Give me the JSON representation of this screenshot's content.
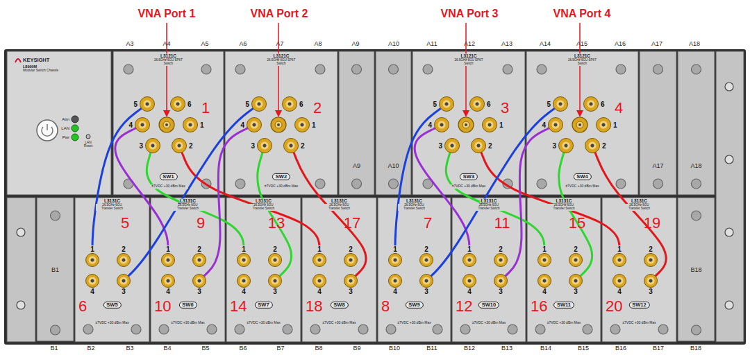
{
  "diagram": {
    "nodes": [
      {
        "text": [
          "L3121C",
          "26.5GHz 6GU SP6T Switch",
          "SW1",
          "±7VDC +30 dBm Max"
        ]
      },
      {
        "text": [
          "5"
        ],
        "in": 0
      },
      {
        "text": [
          "6"
        ],
        "in": 0
      },
      {
        "text": [
          "4"
        ],
        "in": 0
      },
      {
        "text": [
          "1"
        ],
        "in": 0
      },
      {
        "text": [
          "3"
        ],
        "in": 0
      },
      {
        "text": [
          "2"
        ],
        "in": 0
      },
      {
        "text": [
          "L3121C",
          "26.5GHz 6GU SP6T Switch",
          "SW2",
          "±7VDC +30 dBm Max"
        ]
      },
      {
        "text": [
          "5"
        ],
        "in": 7
      },
      {
        "text": [
          "6"
        ],
        "in": 7
      },
      {
        "text": [
          "4"
        ],
        "in": 7
      },
      {
        "text": [
          "1"
        ],
        "in": 7
      },
      {
        "text": [
          "3"
        ],
        "in": 7
      },
      {
        "text": [
          "2"
        ],
        "in": 7
      },
      {
        "text": [
          "A9"
        ]
      },
      {
        "text": [
          "A10"
        ]
      },
      {
        "text": [
          "L3121C",
          "26.5GHz 6GU SP6T Switch",
          "SW3",
          "±7VDC +30 dBm Max"
        ]
      },
      {
        "text": [
          "5"
        ],
        "in": 16
      },
      {
        "text": [
          "6"
        ],
        "in": 16
      },
      {
        "text": [
          "4"
        ],
        "in": 16
      },
      {
        "text": [
          "1"
        ],
        "in": 16
      },
      {
        "text": [
          "3"
        ],
        "in": 16
      },
      {
        "text": [
          "2"
        ],
        "in": 16
      },
      {
        "text": [
          "L3121C",
          "26.5GHz 6GU SP6T Switch",
          "SW4",
          "±7VDC +30 dBm Max"
        ]
      },
      {
        "text": [
          "5"
        ],
        "in": 23
      },
      {
        "text": [
          "6"
        ],
        "in": 23
      },
      {
        "text": [
          "4"
        ],
        "in": 23
      },
      {
        "text": [
          "1"
        ],
        "in": 23
      },
      {
        "text": [
          "3"
        ],
        "in": 23
      },
      {
        "text": [
          "2"
        ],
        "in": 23
      },
      {
        "text": [
          "A17"
        ]
      },
      {
        "text": [
          "A18"
        ]
      },
      {
        "text": [
          "B1"
        ]
      },
      {
        "text": [
          "L3131C",
          "26.5GHz 6GU Transfer Switch",
          "SW5",
          "±7VDC +30 dBm Max"
        ]
      },
      {
        "text": [
          "1"
        ],
        "in": 33
      },
      {
        "text": [
          "2"
        ],
        "in": 33
      },
      {
        "text": [
          "4"
        ],
        "in": 33
      },
      {
        "text": [
          "3"
        ],
        "in": 33
      },
      {
        "text": [
          "L3131C",
          "26.5GHz 6GU Transfer Switch",
          "SW6",
          "±7VDC +30 dBm Max"
        ]
      },
      {
        "text": [
          "1"
        ],
        "in": 38
      },
      {
        "text": [
          "2"
        ],
        "in": 38
      },
      {
        "text": [
          "4"
        ],
        "in": 38
      },
      {
        "text": [
          "3"
        ],
        "in": 38
      },
      {
        "text": [
          "L3131C",
          "26.5GHz 6GU Transfer Switch",
          "SW7",
          "±7VDC +30 dBm Max"
        ]
      },
      {
        "text": [
          "1"
        ],
        "in": 43
      },
      {
        "text": [
          "2"
        ],
        "in": 43
      },
      {
        "text": [
          "4"
        ],
        "in": 43
      },
      {
        "text": [
          "3"
        ],
        "in": 43
      },
      {
        "text": [
          "L3131C",
          "26.5GHz 6GU Transfer Switch",
          "SW8",
          "±7VDC +30 dBm Max"
        ]
      },
      {
        "text": [
          "1"
        ],
        "in": 48
      },
      {
        "text": [
          "2"
        ],
        "in": 48
      },
      {
        "text": [
          "4"
        ],
        "in": 48
      },
      {
        "text": [
          "3"
        ],
        "in": 48
      },
      {
        "text": [
          "L3131C",
          "26.5GHz 6GU Transfer Switch",
          "SW9",
          "±7VDC +30 dBm Max"
        ]
      },
      {
        "text": [
          "1"
        ],
        "in": 53
      },
      {
        "text": [
          "2"
        ],
        "in": 53
      },
      {
        "text": [
          "4"
        ],
        "in": 53
      },
      {
        "text": [
          "3"
        ],
        "in": 53
      },
      {
        "text": [
          "L3131C",
          "26.5GHz 6GU Transfer Switch",
          "SW10",
          "±7VDC +30 dBm Max"
        ]
      },
      {
        "text": [
          "1"
        ],
        "in": 58
      },
      {
        "text": [
          "2"
        ],
        "in": 58
      },
      {
        "text": [
          "4"
        ],
        "in": 58
      },
      {
        "text": [
          "3"
        ],
        "in": 58
      },
      {
        "text": [
          "L3131C",
          "26.5GHz 6GU Transfer Switch",
          "SW11",
          "±7VDC +30 dBm Max"
        ]
      },
      {
        "text": [
          "1"
        ],
        "in": 63
      },
      {
        "text": [
          "2"
        ],
        "in": 63
      },
      {
        "text": [
          "4"
        ],
        "in": 63
      },
      {
        "text": [
          "3"
        ],
        "in": 63
      },
      {
        "text": [
          "L3131C",
          "26.5GHz 6GU Transfer Switch",
          "SW12",
          "±7VDC +30 dBm Max"
        ]
      },
      {
        "text": [
          "1"
        ],
        "in": 68
      },
      {
        "text": [
          "2"
        ],
        "in": 68
      },
      {
        "text": [
          "4"
        ],
        "in": 68
      },
      {
        "text": [
          "3"
        ],
        "in": 68
      },
      {
        "text": [
          "B18"
        ]
      }
    ],
    "edges": [
      {
        "from": 1,
        "to": 34,
        "arrow": "none"
      },
      {
        "from": 3,
        "to": 39,
        "arrow": "none"
      },
      {
        "from": 5,
        "to": 44,
        "arrow": "none"
      },
      {
        "from": 6,
        "to": 49,
        "arrow": "none"
      },
      {
        "from": 8,
        "to": 37,
        "arrow": "none"
      },
      {
        "from": 10,
        "to": 42,
        "arrow": "none"
      },
      {
        "from": 12,
        "to": 47,
        "arrow": "none"
      },
      {
        "from": 13,
        "to": 52,
        "arrow": "none"
      },
      {
        "from": 17,
        "to": 54,
        "arrow": "none"
      },
      {
        "from": 19,
        "to": 59,
        "arrow": "none"
      },
      {
        "from": 21,
        "to": 64,
        "arrow": "none"
      },
      {
        "from": 22,
        "to": 69,
        "arrow": "none"
      },
      {
        "from": 24,
        "to": 57,
        "arrow": "none"
      },
      {
        "from": 26,
        "to": 62,
        "arrow": "none"
      },
      {
        "from": 28,
        "to": 67,
        "arrow": "none"
      },
      {
        "from": 29,
        "to": 72,
        "arrow": "none"
      }
    ],
    "labels": [
      "VNA Port 1",
      "VNA Port 2",
      "VNA Port 3",
      "VNA Port 4",
      "A3",
      "A4",
      "A5",
      "A6",
      "A7",
      "A8",
      "A9",
      "A10",
      "A11",
      "A12",
      "A13",
      "A14",
      "A15",
      "A16",
      "A17",
      "A18",
      "B1",
      "B2",
      "B3",
      "B4",
      "B5",
      "B6",
      "B7",
      "B8",
      "B9",
      "B10",
      "B11",
      "B12",
      "B13",
      "B14",
      "B15",
      "B16",
      "B17",
      "B18",
      "KEYSIGHT",
      "L8990M",
      "Modular Switch Chassis",
      "Attn",
      "LAN",
      "Pwr",
      "LAN Reset",
      "1",
      "2",
      "3",
      "4",
      "5",
      "6",
      "7",
      "8",
      "9",
      "10",
      "11",
      "12",
      "13",
      "14",
      "15",
      "16",
      "17",
      "18",
      "19",
      "20"
    ]
  }
}
